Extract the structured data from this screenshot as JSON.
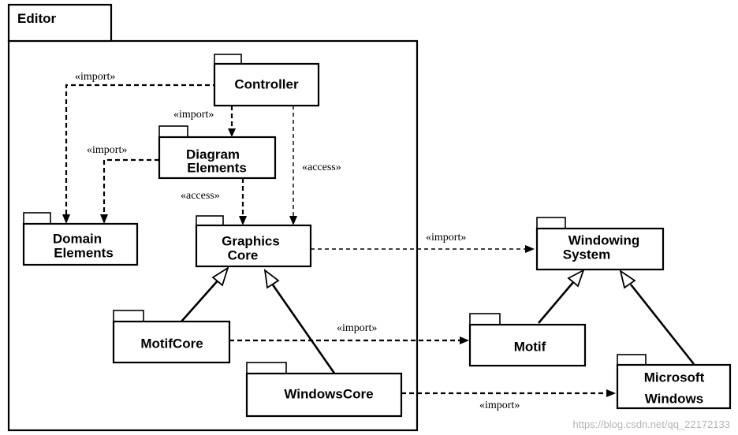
{
  "frame": {
    "label": "Editor"
  },
  "packages": {
    "controller": [
      "Controller"
    ],
    "diagram_elements": [
      "Diagram",
      "Elements"
    ],
    "domain_elements": [
      "Domain",
      "Elements"
    ],
    "graphics_core": [
      "Graphics",
      "Core"
    ],
    "motif_core": [
      "MotifCore"
    ],
    "windows_core": [
      "WindowsCore"
    ],
    "windowing_system": [
      "Windowing",
      "System"
    ],
    "motif": [
      "Motif"
    ],
    "microsoft_windows": [
      "Microsoft",
      "Windows"
    ]
  },
  "stereotypes": {
    "import": "«import»",
    "access": "«access»"
  },
  "watermark": "https://blog.csdn.net/qq_22172133"
}
